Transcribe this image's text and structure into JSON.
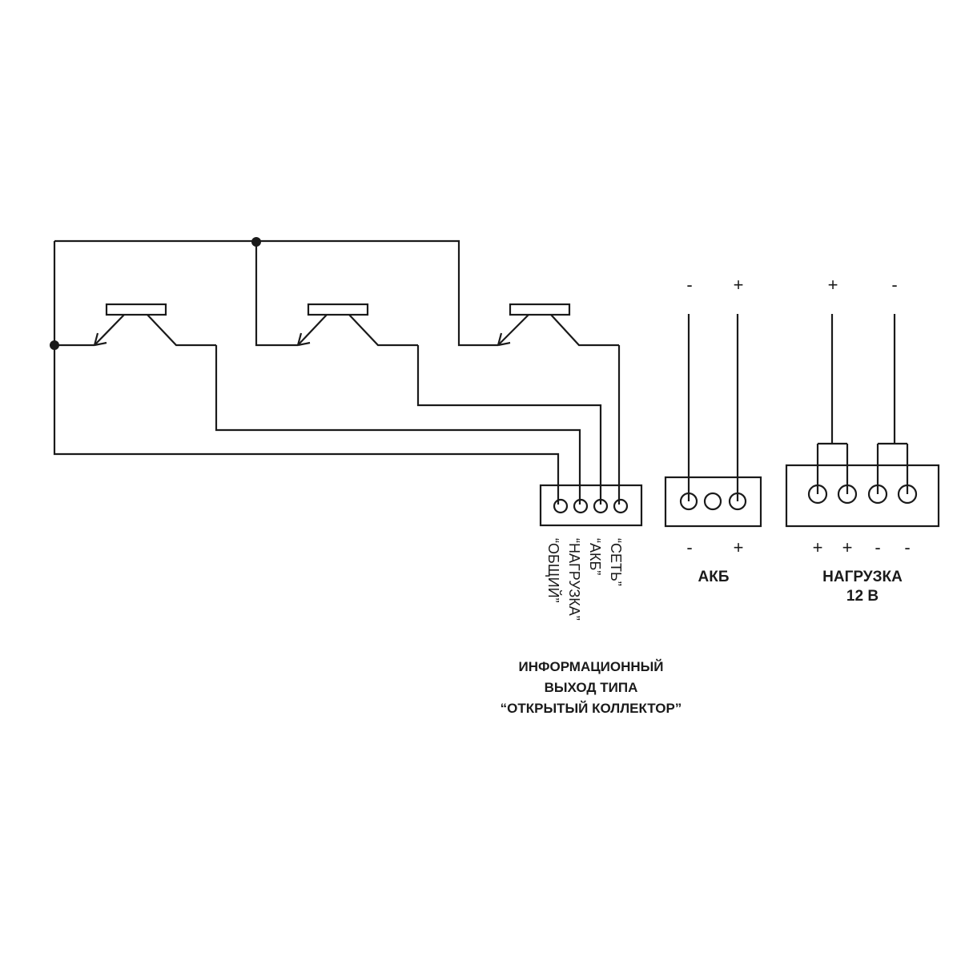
{
  "info_output": {
    "terminals": [
      "“ОБЩИЙ”",
      "“НАГРУЗКА”",
      "“АКБ”",
      "“СЕТЬ”"
    ],
    "caption_lines": [
      "ИНФОРМАЦИОННЫЙ",
      "ВЫХОД ТИПА",
      "“ОТКРЫТЫЙ КОЛЛЕКТОР”"
    ]
  },
  "akb": {
    "title": "АКБ",
    "top_signs": [
      "-",
      "+"
    ],
    "bottom_signs": [
      "-",
      "+"
    ]
  },
  "load": {
    "title_lines": [
      "НАГРУЗКА",
      "12 В"
    ],
    "top_signs": [
      "+",
      "-"
    ],
    "bottom_signs": [
      "+",
      "+",
      "-",
      "-"
    ]
  }
}
